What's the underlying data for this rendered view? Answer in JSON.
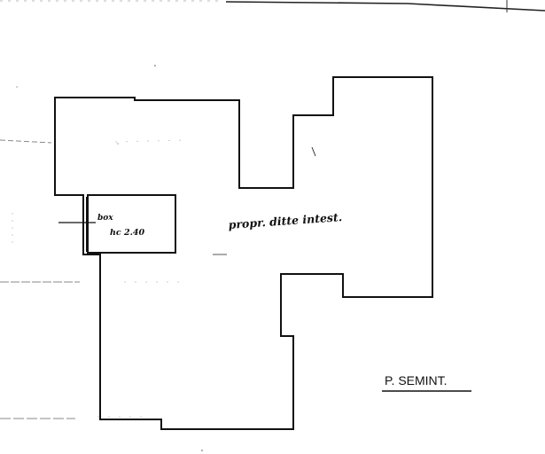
{
  "plan": {
    "room_label": "propr. ditte intest.",
    "box_label_line1": "box",
    "box_label_line2": "hc 2.40",
    "floor_label": "P. SEMINT.",
    "ink_color": "#111111",
    "paper_color": "#ffffff"
  }
}
